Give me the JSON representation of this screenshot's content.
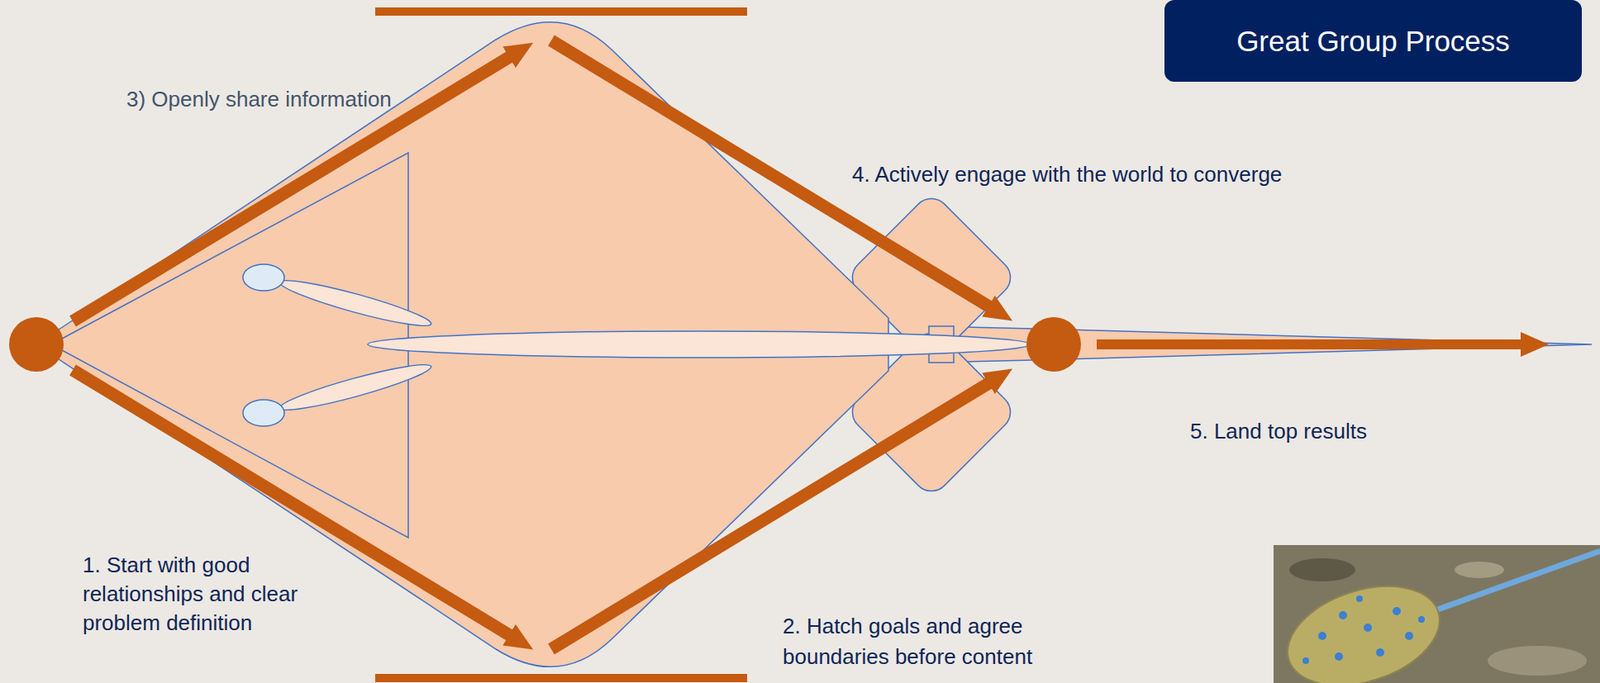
{
  "diagram": {
    "title": "Great Group Process",
    "labels": [
      "3) Openly share information",
      "4. Actively engage with the world to converge",
      "5. Land top results",
      "1. Start with good relationships and clear problem definition",
      "2. Hatch goals and agree boundaries before content"
    ]
  }
}
